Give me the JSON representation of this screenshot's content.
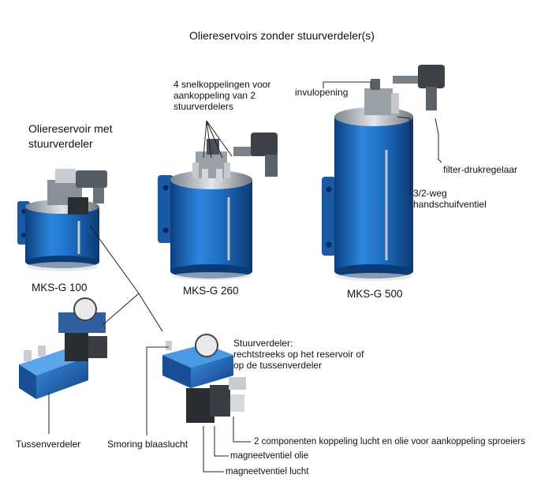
{
  "title": "Oliereservoirs zonder stuurverdeler(s)",
  "labels": {
    "reservoir_met_1": "Oliereservoir met",
    "reservoir_met_2": "stuurverdeler",
    "snelkoppelingen_1": "4 snelkoppelingen voor",
    "snelkoppelingen_2": "aankoppeling van 2",
    "snelkoppelingen_3": "stuurverdelers",
    "invulopening": "invulopening",
    "filter": "filter-drukregelaar",
    "weg_1": "3/2-weg",
    "weg_2": "handschuifventiel",
    "stuur_1": "Stuurverdeler:",
    "stuur_2": "rechtstreeks op het reservoir of",
    "stuur_3": "op de tussenverdeler",
    "tussen": "Tussenverdeler",
    "smoring": "Smoring blaaslucht",
    "komp": "2 componenten koppeling lucht en olie voor aankoppeling sproeiers",
    "olie": "magneetventiel olie",
    "lucht": "magneetventiel lucht"
  },
  "models": {
    "g100": "MKS-G 100",
    "g260": "MKS-G 260",
    "g500": "MKS-G 500"
  },
  "colors": {
    "tank_blue": "#1f6fc4",
    "tank_dark": "#10488a",
    "metal": "#b9bec4"
  }
}
